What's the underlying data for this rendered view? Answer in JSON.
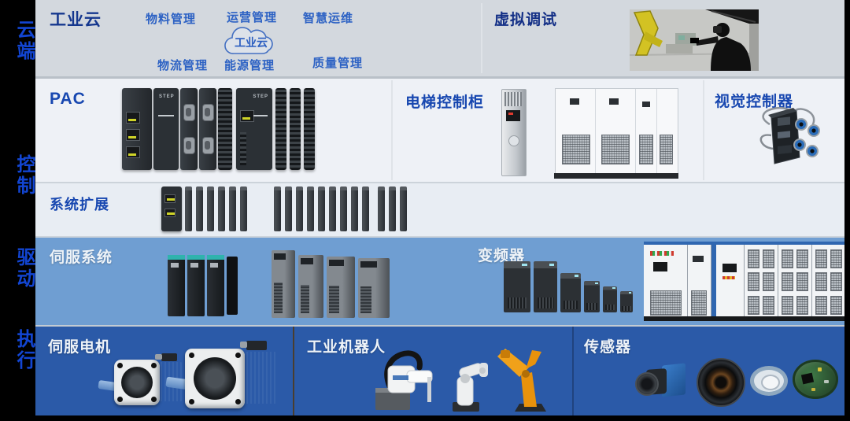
{
  "palette": {
    "frame_black": "#000000",
    "cloud_row_bg": "#d3d8de",
    "control_row_bg": "#eef1f6",
    "expansion_row_bg": "#e8edf3",
    "drive_row_bg": "#6f9ed2",
    "execution_row_bg": "#2b5aa8",
    "heading_blue": "#1747b0",
    "item_blue": "#2d62c4",
    "heading_white": "#eef3f8",
    "side_label_blue": "#1245d2",
    "servo_accent_teal": "#2fb3ad",
    "robot_orange": "#e8920c"
  },
  "side_labels": [
    {
      "text": "云端"
    },
    {
      "text": "控制"
    },
    {
      "text": "驱动"
    },
    {
      "text": "执行"
    }
  ],
  "cloud_row": {
    "title": "工业云",
    "items": [
      "物料管理",
      "运营管理",
      "智慧运维",
      "物流管理",
      "能源管理",
      "质量管理"
    ],
    "cloud_badge": "工业云",
    "virtual_debug_label": "虚拟调试"
  },
  "control_row": {
    "pac_label": "PAC",
    "brand": "STEP",
    "elevator_label": "电梯控制柜",
    "vision_label": "视觉控制器"
  },
  "expansion_row": {
    "label": "系统扩展"
  },
  "drive_row": {
    "servo_label": "伺服系统",
    "inverter_label": "变频器"
  },
  "execution_row": {
    "motor_label": "伺服电机",
    "robot_label": "工业机器人",
    "sensor_label": "传感器"
  }
}
